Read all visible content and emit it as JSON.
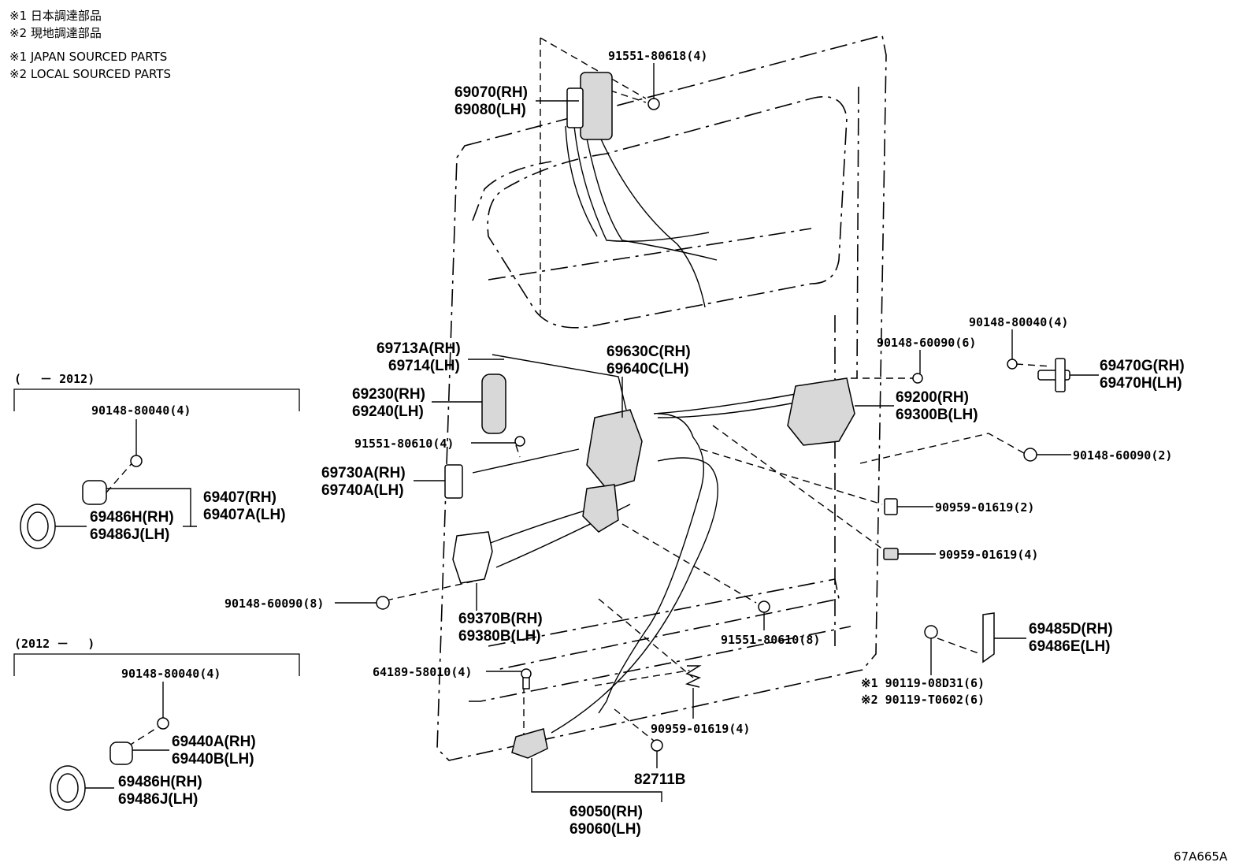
{
  "notes": [
    "※1  日本調達部品",
    "※2  現地調達部品",
    "※1  JAPAN SOURCED PARTS",
    "※2  LOCAL SOURCED PARTS"
  ],
  "groups": {
    "g1": "(　 － 2012)",
    "g2": "(2012 －　 )"
  },
  "labels": {
    "p91551_80618": "91551-80618(4)",
    "p69070": "69070(RH)",
    "p69080": "69080(LH)",
    "p90148_80040_r": "90148-80040(4)",
    "p90148_60090_6": "90148-60090(6)",
    "p69470G": "69470G(RH)",
    "p69470H": "69470H(LH)",
    "p69713A": "69713A(RH)",
    "p69714": "69714(LH)",
    "p69630C": "69630C(RH)",
    "p69640C": "69640C(LH)",
    "p69230": "69230(RH)",
    "p69240": "69240(LH)",
    "p69200": "69200(RH)",
    "p69300B": "69300B(LH)",
    "p91551_80610_4": "91551-80610(4)",
    "p90148_60090_2": "90148-60090(2)",
    "p69730A": "69730A(RH)",
    "p69740A": "69740A(LH)",
    "p90959_2": "90959-01619(2)",
    "p90959_4a": "90959-01619(4)",
    "p90148_60090_8": "90148-60090(8)",
    "p69370B": "69370B(RH)",
    "p69380B": "69380B(LH)",
    "p91551_80610_8": "91551-80610(8)",
    "p69485D": "69485D(RH)",
    "p69486E": "69486E(LH)",
    "p90119_08D31": "※1 90119-08D31(6)",
    "p90119_T0602": "※2 90119-T0602(6)",
    "p64189": "64189-58010(4)",
    "p90959_4b": "90959-01619(4)",
    "p82711B": "82711B",
    "p69050": "69050(RH)",
    "p69060": "69060(LH)",
    "p90148_80040_g1": "90148-80040(4)",
    "p69407": "69407(RH)",
    "p69407A": "69407A(LH)",
    "p69486H_1": "69486H(RH)",
    "p69486J_1": "69486J(LH)",
    "p90148_80040_g2": "90148-80040(4)",
    "p69440A": "69440A(RH)",
    "p69440B": "69440B(LH)",
    "p69486H_2": "69486H(RH)",
    "p69486J_2": "69486J(LH)"
  },
  "figure_code": "67A665A"
}
